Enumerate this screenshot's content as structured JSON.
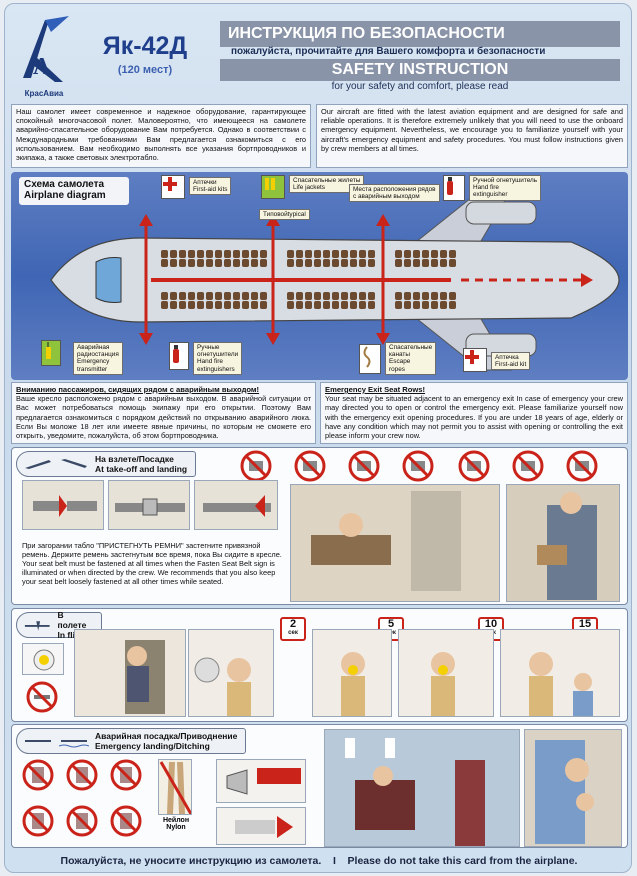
{
  "header": {
    "logo_text": "КрасАвиа",
    "model": "Як-42Д",
    "seats": "(120 мест)",
    "title_ru": "ИНСТРУКЦИЯ ПО БЕЗОПАСНОСТИ",
    "subtitle_ru": "пожалуйста, прочитайте для Вашего комфорта и безопасности",
    "title_en": "SAFETY INSTRUCTION",
    "subtitle_en": "for your safety and comfort, please read"
  },
  "intro": {
    "ru": "Наш самолет имеет современное и надежное оборудование, гарантирующее спокойный многочасовой полет. Маловероятно, что имеющееся на самолете аварийно-спасательное оборудование Вам потребуется. Однако в соответствии с Международными требованиями Вам предлагается ознакомиться с его использованием. Вам необходимо выполнять все указания бортпроводников и экипажа, а также световых электротабло.",
    "en": "Our aircraft are fitted with the latest aviation equipment and are designed for safe and reliable operations. It is therefore extremely unlikely that you will need to use the onboard emergency equipment. Nevertheless, we encourage you to familiarize yourself with your aircraft's emergency equipment and safety procedures. You must follow instructions given by crew members at all times."
  },
  "diagram": {
    "title_ru": "Схема самолета",
    "title_en": "Airplane diagram",
    "labels": {
      "first_aid_kits": [
        "Аптечки",
        "First-aid kits"
      ],
      "life_jackets": [
        "Спасательные жилеты",
        "Life jackets"
      ],
      "oxygen_location": [
        "Места расположения рядов",
        "с аварийным выходом"
      ],
      "fire_extinguisher_top": [
        "Ручной огнетушитель",
        "Hand fire",
        "extinguisher"
      ],
      "typical": [
        "Типовой",
        "typical"
      ],
      "radio_transmitter": [
        "Аварийная",
        "радиостанция",
        "Emergency",
        "transmitter"
      ],
      "hand_extinguishers": [
        "Ручные",
        "огнетушители",
        "Hand fire",
        "extinguishers"
      ],
      "escape_ropes": [
        "Спасательные",
        "канаты",
        "Escape",
        "ropes"
      ],
      "first_aid_kit": [
        "Аптечка",
        "First-aid kit"
      ]
    }
  },
  "warnings": {
    "ru_heading": "Вниманию пассажиров, сидящих рядом с аварийным выходом!",
    "ru": "Ваше кресло расположено рядом с аварийным выходом. В аварийной ситуации от Вас может потребоваться помощь экипажу при его открытии. Поэтому Вам предлагается ознакомиться с порядком действий по открыванию аварийного люка. Если Вы моложе 18 лет или имеете явные причины, по которым не сможете его открыть, уведомите, пожалуйста, об этом бортпроводника.",
    "en_heading": "Emergency Exit Seat Rows!",
    "en": "Your seat may be situated adjacent to an emergency exit In case of emergency your crew may directed you to open or control the emergency exit. Please familiarize yourself now with the emergency exit opening procedures. If you are under 18 years of age, elderly or have any condition which may not permit you to assist with opening or controlling the exit please inform your crew now."
  },
  "takeoff": {
    "tab_ru": "На взлете/Посадке",
    "tab_en": "At take-off and landing",
    "text_ru_1": "При загорании табло \"ПРИСТЕГНУТЬ РЕМНИ\" застегните привязной ремень. Держите ремень застегнутым все время, пока Вы сидите в кресле.",
    "text_en": "Your seat belt must be fastened at all times when the Fasten Seat Belt sign is illuminated or when directed by the crew. We recommends that you also keep your seat belt loosely fastened at all other times while seated."
  },
  "flight": {
    "tab_ru": "В полете",
    "tab_en": "In flight",
    "timers": [
      {
        "value": "2",
        "unit": "сек"
      },
      {
        "value": "5",
        "unit": "сек"
      },
      {
        "value": "10",
        "unit": "сек"
      },
      {
        "value": "15",
        "unit": "сек"
      }
    ]
  },
  "landing": {
    "tab_ru": "Аварийная посадка/Приводнение",
    "tab_en": "Emergency landing/Ditching",
    "nylon_ru": "Нейлон",
    "nylon_en": "Nylon"
  },
  "footer": {
    "ru": "Пожалуйста, не уносите инструкцию из самолета.",
    "separator": "I",
    "en": "Please  do not take this card from the airplane."
  },
  "colors": {
    "brand_blue": "#1f3f8c",
    "diagram_blue": "#3f66b4",
    "warning_red": "#c9231a",
    "seat_brown": "#6b4a2f"
  },
  "icons": [
    "first-aid-icon",
    "life-jacket-icon",
    "extinguisher-icon",
    "transmitter-icon",
    "rope-icon",
    "no-smoking-icon",
    "no-phone-icon"
  ]
}
